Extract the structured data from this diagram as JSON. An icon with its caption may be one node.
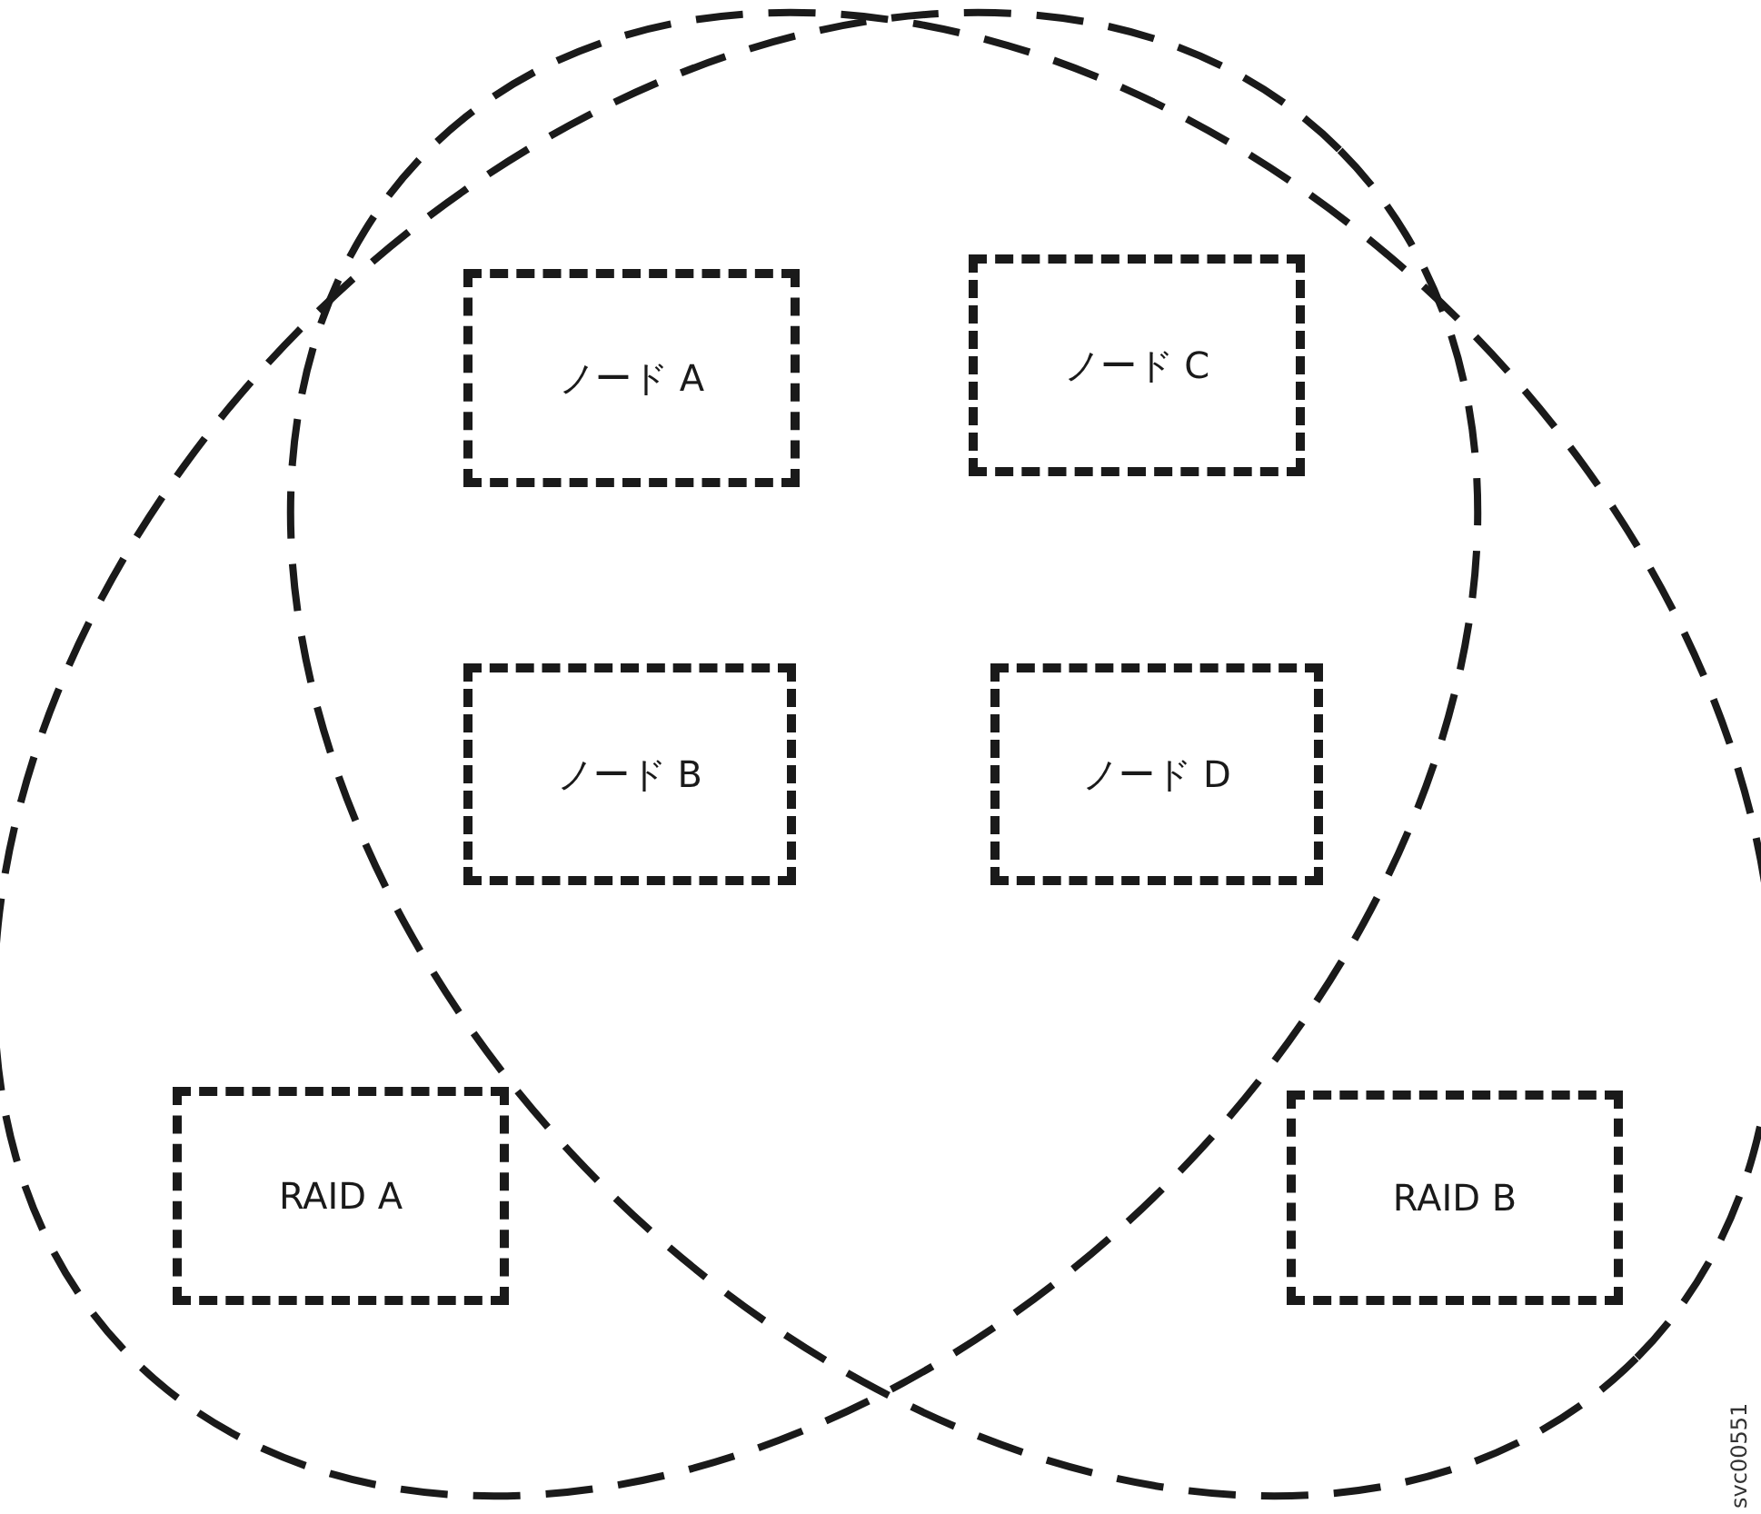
{
  "diagram": {
    "nodes": [
      {
        "text": [
          "ノード A"
        ]
      },
      {
        "text": [
          "ノード C"
        ]
      },
      {
        "text": [
          "ノード B"
        ]
      },
      {
        "text": [
          "ノード D"
        ]
      },
      {
        "text": [
          "RAID A"
        ]
      },
      {
        "text": [
          "RAID B"
        ]
      }
    ],
    "labels": [
      "svc00551"
    ]
  }
}
